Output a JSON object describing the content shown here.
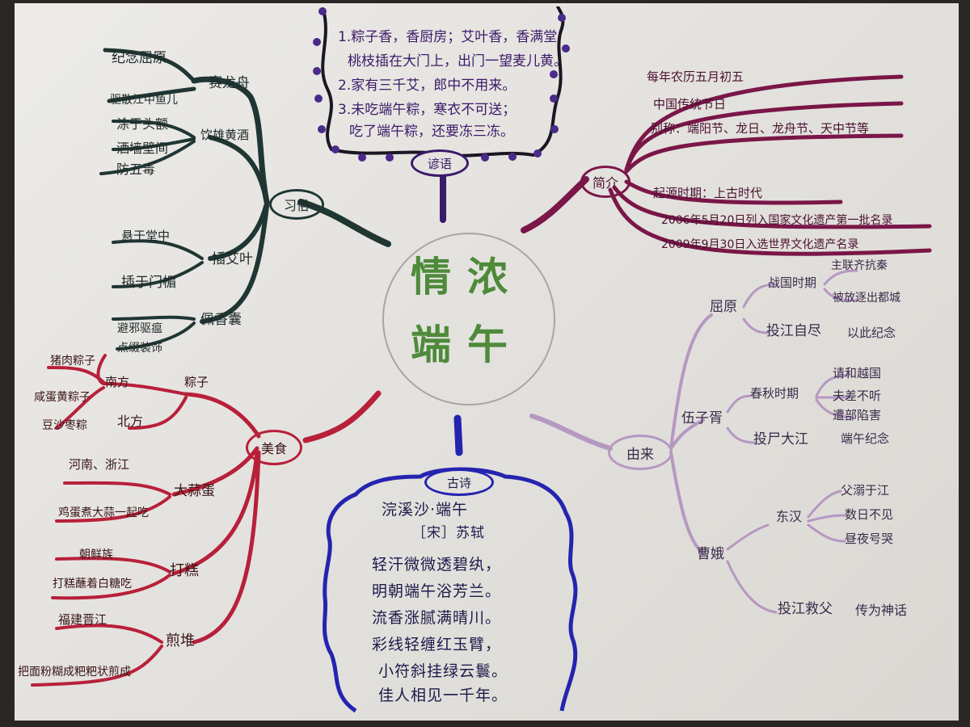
{
  "center": {
    "line1": "情浓",
    "line2": "端午"
  },
  "customs": {
    "title": "习俗",
    "dragon_boat": "赛龙舟",
    "commemorate": "纪念屈原",
    "drive_fish": "驱散江中鱼儿",
    "realgar": "饮雄黄酒",
    "realgar_items": [
      "涂于头额",
      "洒墙壁间",
      "防五毒"
    ],
    "mugwort": "插艾叶",
    "mugwort_items": [
      "悬于堂中",
      "插于门楣"
    ],
    "sachet": "佩香囊",
    "sachet_items": [
      "避邪驱瘟",
      "点缀装饰"
    ]
  },
  "proverbs": {
    "title": "谚语",
    "lines": [
      "1.粽子香，香厨房；艾叶香，香满堂",
      "桃枝插在大门上，出门一望麦儿黄。",
      "2.家有三千艾，郎中不用来。",
      "3.未吃端午粽，寒衣不可送；",
      "吃了端午粽，还要冻三冻。"
    ]
  },
  "intro": {
    "title": "简介",
    "items": [
      "每年农历五月初五",
      "中国传统节日",
      "别称：端阳节、龙日、龙舟节、天中节等",
      "起源时期：上古时代",
      "2006年5月20日列入国家文化遗产第一批名录",
      "2009年9月30日入选世界文化遗产名录"
    ]
  },
  "food": {
    "title": "美食",
    "zongzi": "粽子",
    "south": "南方",
    "north": "北方",
    "pork_zongzi": "猪肉粽子",
    "egg_zongzi": "咸蛋黄粽子",
    "date_zongzi": "豆沙枣粽",
    "garlic_egg": "大蒜蛋",
    "henan": "河南、浙江",
    "garlic_cook": "鸡蛋煮大蒜一起吃",
    "dagao": "打糕",
    "korean": "朝鲜族",
    "dagao_desc": "打糕蘸着白糖吃",
    "jiandui": "煎堆",
    "fujian": "福建晋江",
    "jiandui_desc": "把面粉糊成粑粑状煎成"
  },
  "poem": {
    "title": "古诗",
    "heading": "浣溪沙·端午",
    "author": "［宋］苏轼",
    "lines": [
      "轻汗微微透碧纨，",
      "明朝端午浴芳兰。",
      "流香涨腻满晴川。",
      "彩线轻缠红玉臂，",
      "小符斜挂绿云鬟。",
      "佳人相见一千年。"
    ]
  },
  "origin": {
    "title": "由来",
    "quyuan": "屈原",
    "warring": "战国时期",
    "qu_a": "主联齐抗秦",
    "qu_b": "被放逐出都城",
    "drown_self": "投江自尽",
    "commemorate": "以此纪念",
    "wuzixu": "伍子胥",
    "spring_autumn": "春秋时期",
    "wu_a": "请和越国",
    "wu_b": "夫差不听",
    "wu_c": "遭部陷害",
    "body_river": "投尸大江",
    "wu_d": "端午纪念",
    "cao_e": "曹娥",
    "eastern_han": "东汉",
    "ce_a": "父溺于江",
    "ce_b": "数日不见",
    "ce_c": "昼夜号哭",
    "save_father": "投江救父",
    "legend": "传为神话"
  },
  "colors": {
    "customs": "#1f3633",
    "proverbs": "#1a1622",
    "intro": "#7a1648",
    "food": "#b8203a",
    "poem": "#2424b0",
    "origin": "#b598c2",
    "hub_text": "#4e8a3a",
    "dots": "#4a2a8a"
  }
}
